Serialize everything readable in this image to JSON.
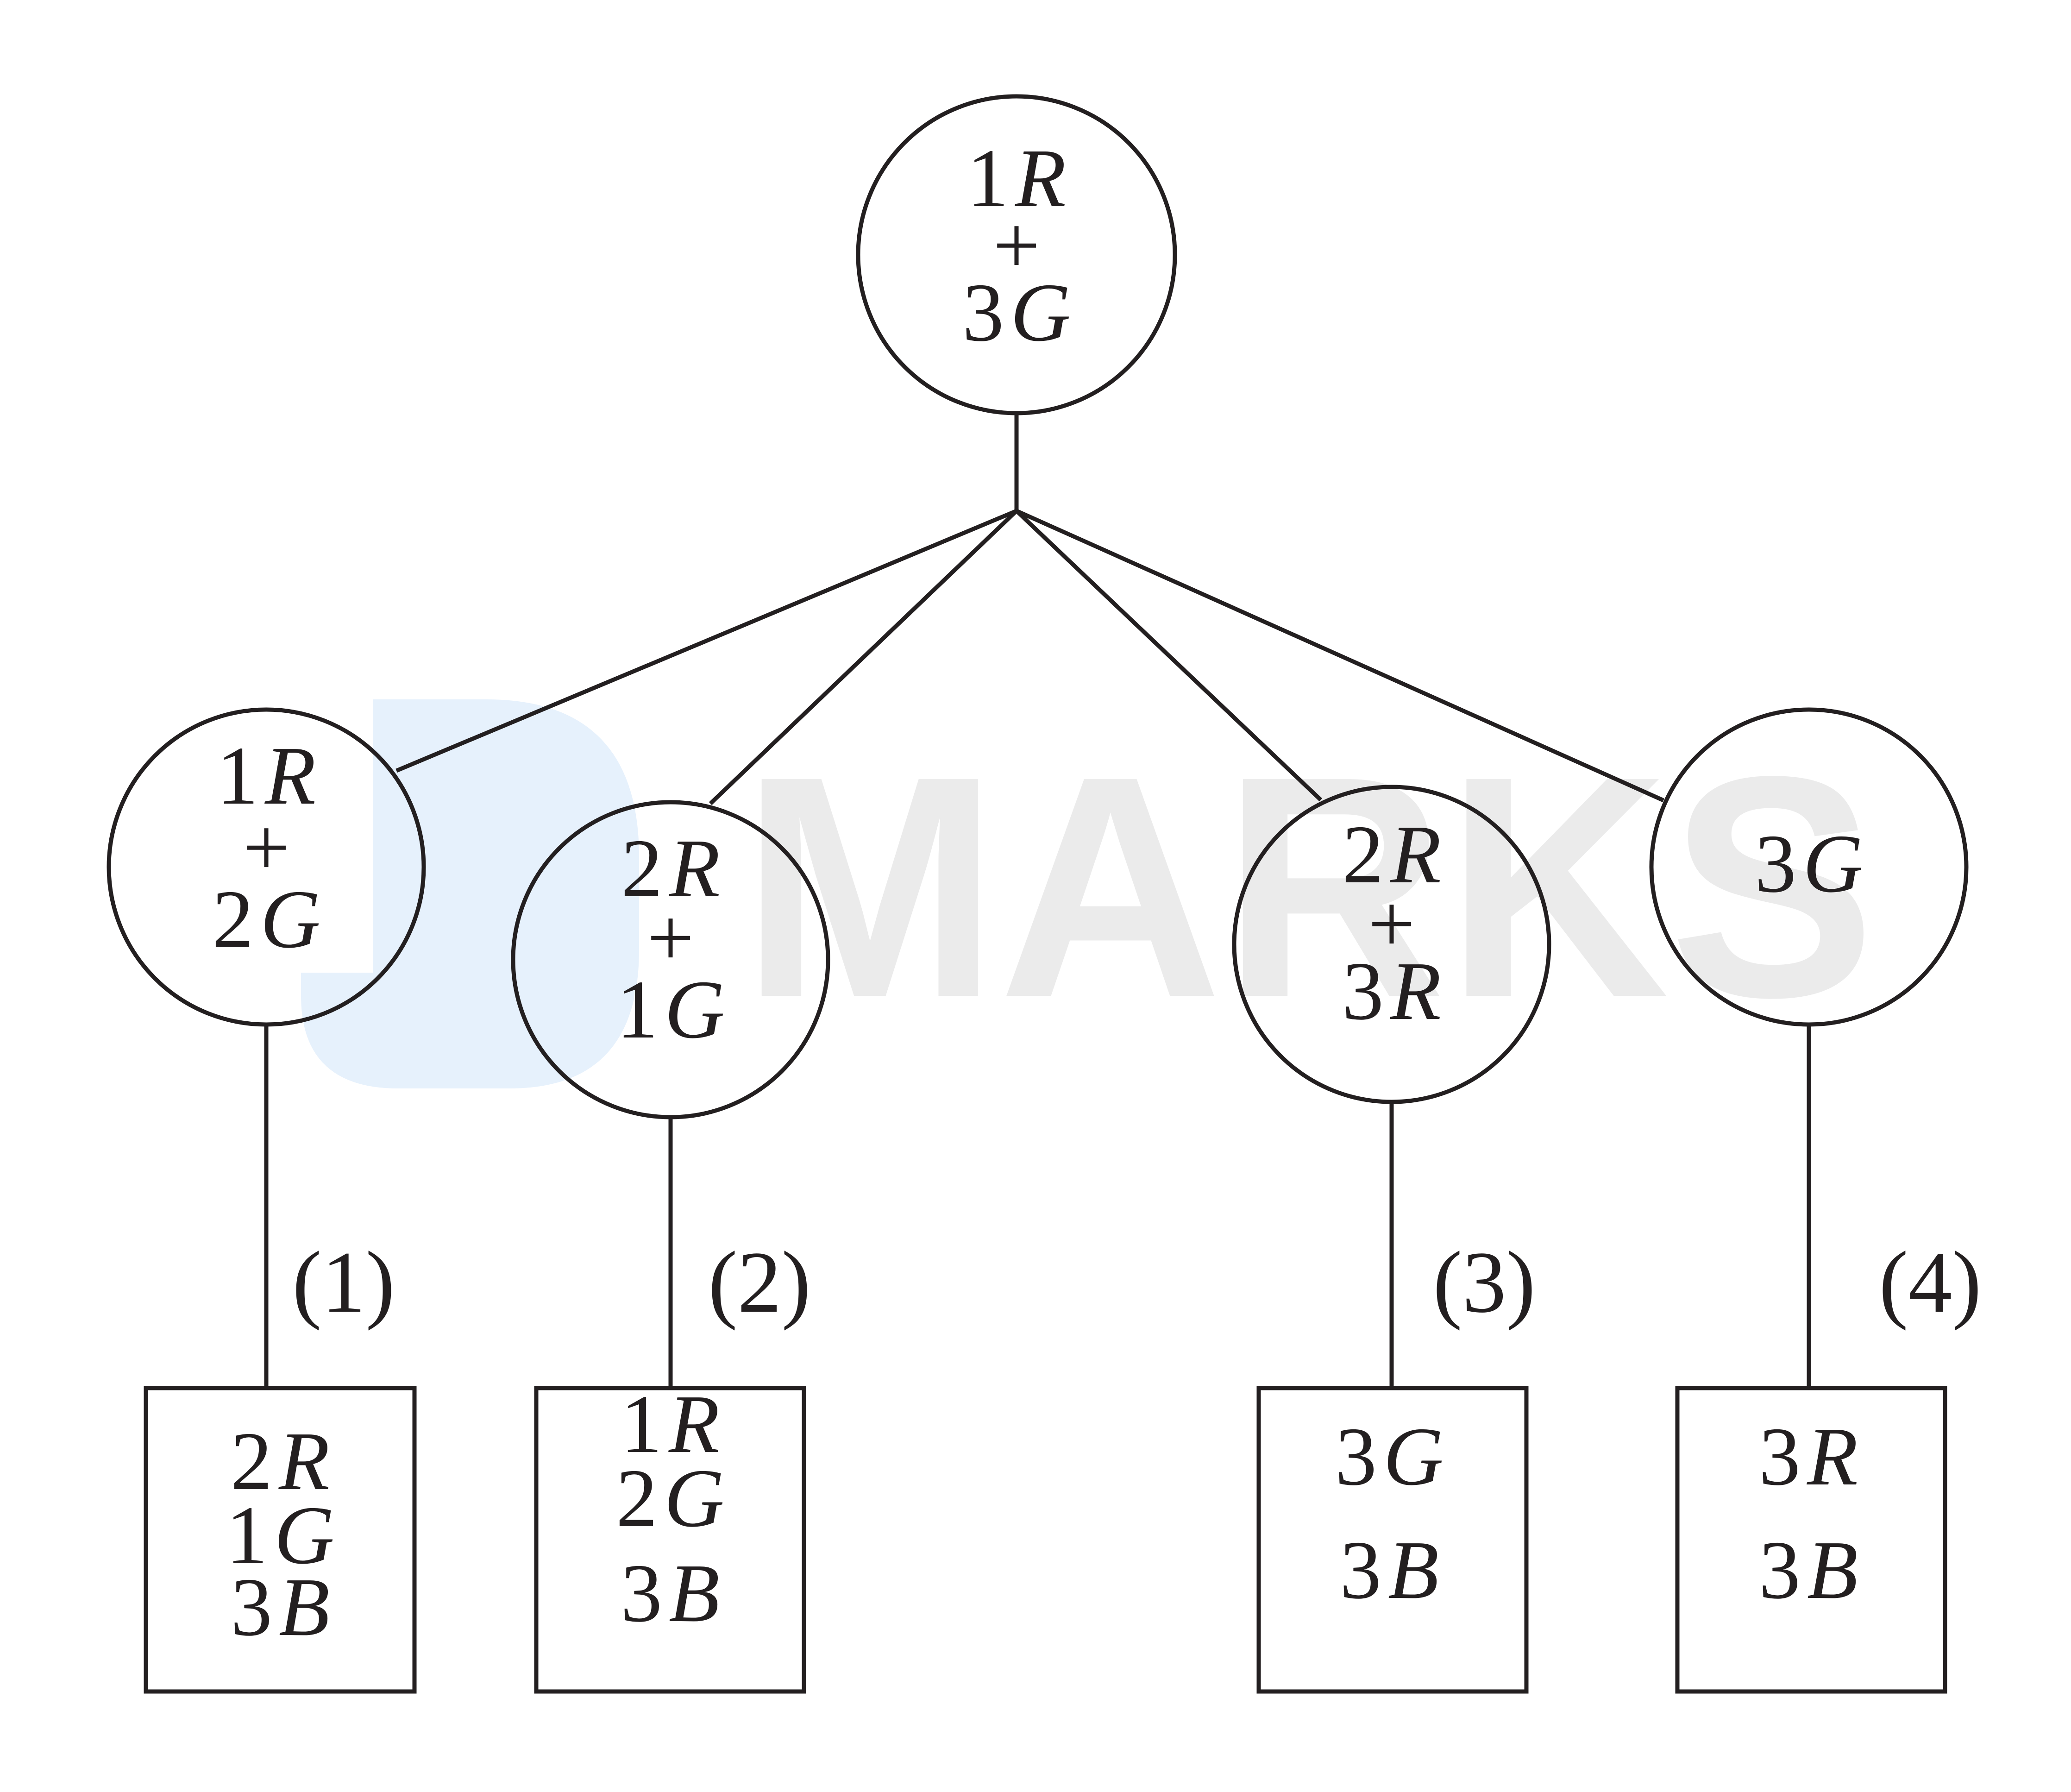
{
  "colors": {
    "ink": "#231f20",
    "watermark_text": "#ebebeb",
    "watermark_logo": "#e6f1fc"
  },
  "watermark": {
    "text": "MARKS",
    "kind": "logo"
  },
  "root": {
    "lines": [
      [
        {
          "n": "1",
          "v": "R"
        }
      ],
      [
        {
          "s": "+"
        }
      ],
      [
        {
          "n": "3",
          "v": "G"
        }
      ]
    ]
  },
  "middle": [
    {
      "lines": [
        [
          {
            "n": "1",
            "v": "R"
          }
        ],
        [
          {
            "s": "+"
          }
        ],
        [
          {
            "n": "2",
            "v": "G"
          }
        ]
      ]
    },
    {
      "lines": [
        [
          {
            "n": "2",
            "v": "R"
          }
        ],
        [
          {
            "s": "+"
          }
        ],
        [
          {
            "n": "1",
            "v": "G"
          }
        ]
      ]
    },
    {
      "lines": [
        [
          {
            "n": "2",
            "v": "R"
          }
        ],
        [
          {
            "s": "+"
          }
        ],
        [
          {
            "n": "3",
            "v": "R"
          }
        ]
      ]
    },
    {
      "lines": [
        [
          {
            "n": "3",
            "v": "G"
          }
        ]
      ]
    }
  ],
  "branch_labels": [
    "(1)",
    "(2)",
    "(3)",
    "(4)"
  ],
  "leaves": [
    {
      "lines": [
        [
          {
            "n": "2",
            "v": "R"
          }
        ],
        [
          {
            "n": "1",
            "v": "G"
          }
        ],
        [
          {
            "n": "3",
            "v": "B"
          }
        ]
      ]
    },
    {
      "lines": [
        [
          {
            "n": "1",
            "v": "R"
          }
        ],
        [
          {
            "n": "2",
            "v": "G"
          }
        ],
        [
          {
            "n": "3",
            "v": "B"
          }
        ]
      ]
    },
    {
      "lines": [
        [
          {
            "n": "3",
            "v": "G"
          }
        ],
        [
          {
            "n": "3",
            "v": "B"
          }
        ]
      ]
    },
    {
      "lines": [
        [
          {
            "n": "3",
            "v": "R"
          }
        ],
        [
          {
            "n": "3",
            "v": "B"
          }
        ]
      ]
    }
  ]
}
